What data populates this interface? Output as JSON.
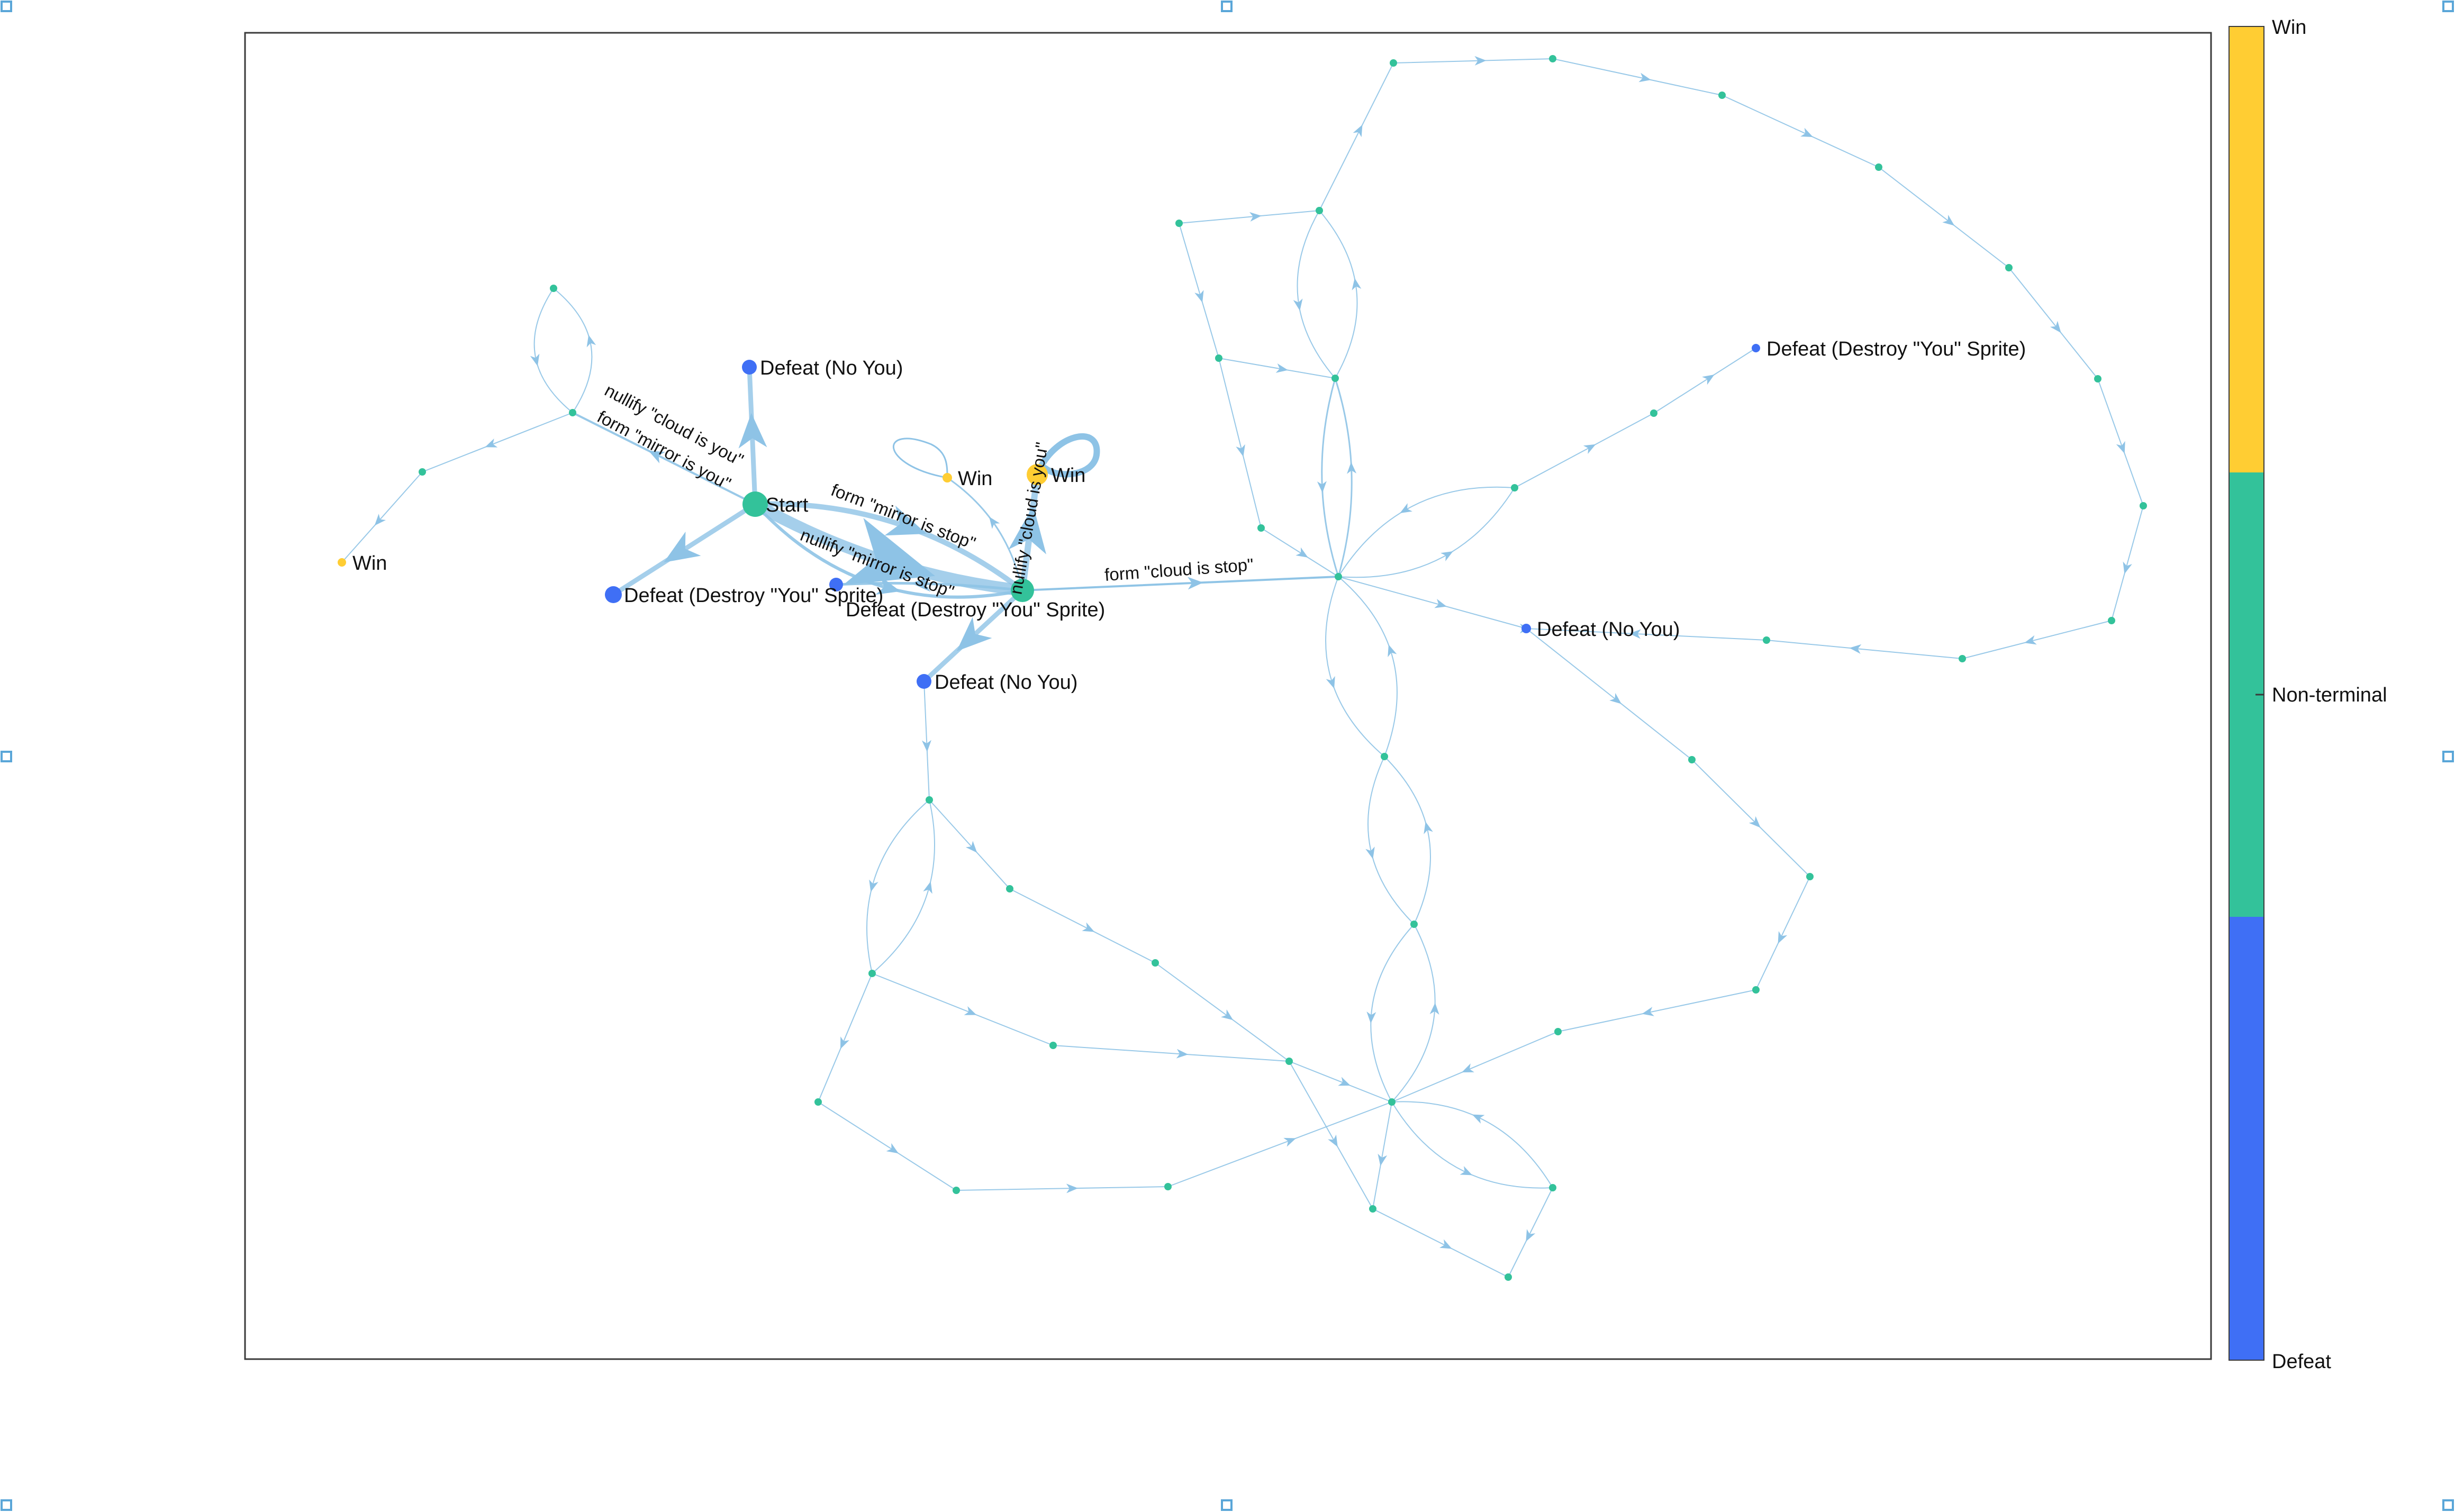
{
  "colors": {
    "defeat": "#3f6ff5",
    "non_terminal": "#33c29a",
    "win": "#ffcd33",
    "edge": "#8ec3e6",
    "frame": "#3a3a3a"
  },
  "colorbar": {
    "labels": {
      "top": "Win",
      "middle": "Non-terminal",
      "bottom": "Defeat"
    }
  },
  "graph": {
    "nodes": [
      {
        "id": "start",
        "kind": "non_terminal",
        "label": "Start",
        "size": "large"
      },
      {
        "id": "defeat_no_you_top",
        "kind": "defeat",
        "label": "Defeat (No You)",
        "size": "medium"
      },
      {
        "id": "defeat_sprite_left",
        "kind": "defeat",
        "label": "Defeat (Destroy \"You\" Sprite)",
        "size": "medium"
      },
      {
        "id": "defeat_sprite_mid",
        "kind": "defeat",
        "label": "Defeat (Destroy \"You\" Sprite)",
        "size": "medium"
      },
      {
        "id": "defeat_no_you_mid",
        "kind": "defeat",
        "label": "Defeat (No You)",
        "size": "medium"
      },
      {
        "id": "hub",
        "kind": "non_terminal",
        "label": "",
        "size": "large"
      },
      {
        "id": "win_big",
        "kind": "win",
        "label": "Win",
        "size": "large"
      },
      {
        "id": "win_small_center",
        "kind": "win",
        "label": "Win",
        "size": "small"
      },
      {
        "id": "win_far_left",
        "kind": "win",
        "label": "Win",
        "size": "small"
      },
      {
        "id": "defeat_sprite_right",
        "kind": "defeat",
        "label": "Defeat (Destroy \"You\" Sprite)",
        "size": "small"
      },
      {
        "id": "defeat_no_you_right",
        "kind": "defeat",
        "label": "Defeat (No You)",
        "size": "small"
      }
    ],
    "edge_labels": [
      "nullify \"cloud is you\"",
      "form \"mirror is you\"",
      "form \"mirror is stop\"",
      "nullify \"mirror is stop\"",
      "nullify \"cloud is you\"",
      "form \"cloud is stop\""
    ]
  }
}
